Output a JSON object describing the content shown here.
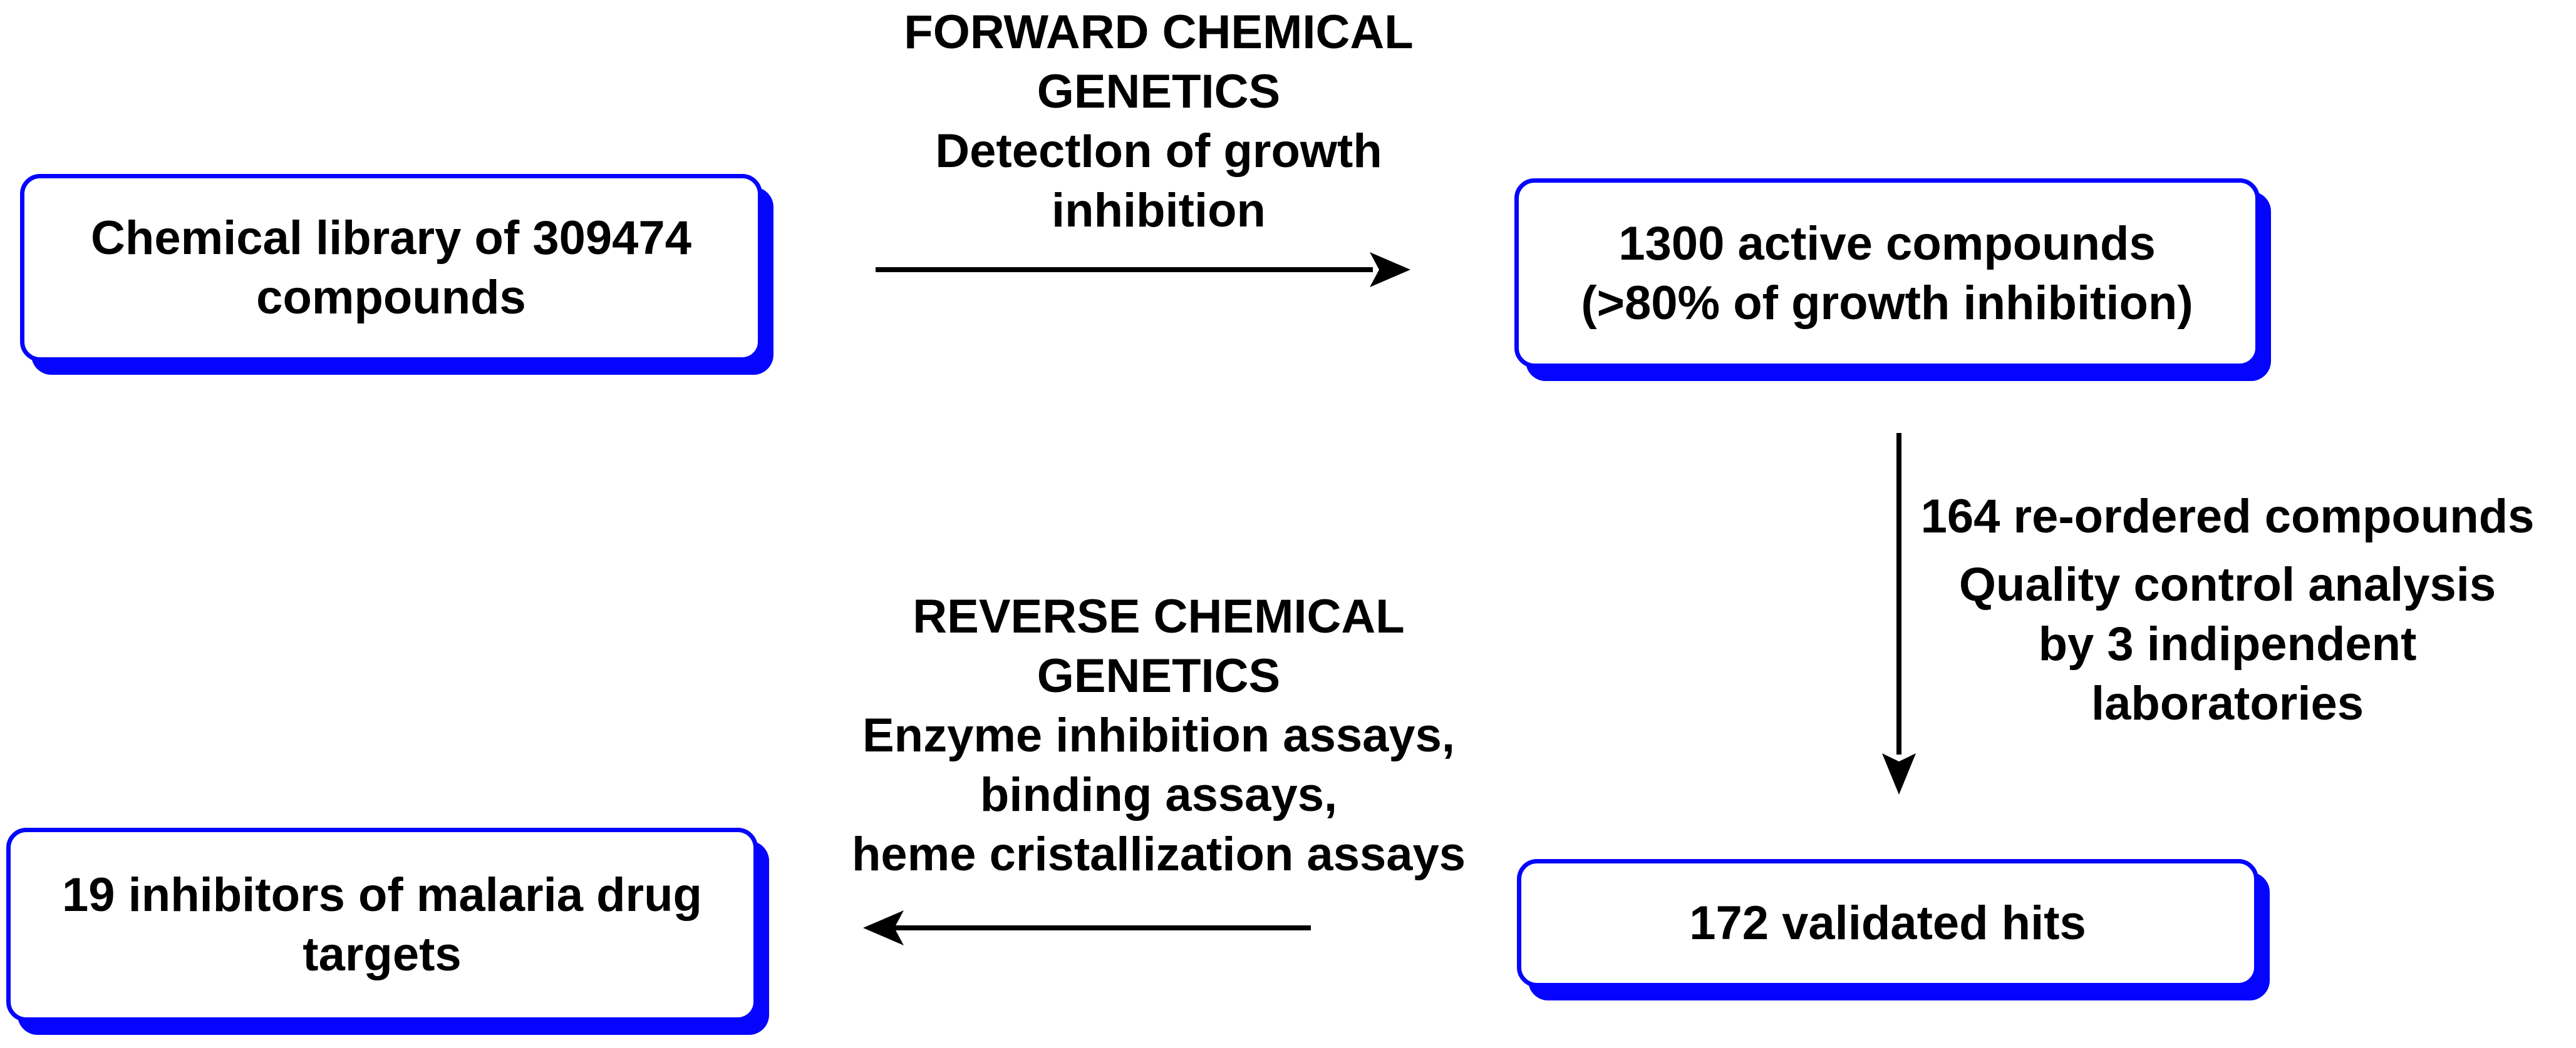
{
  "palette": {
    "accent_blue": "#0404FF",
    "text_black": "#000000",
    "background": "#FFFFFF"
  },
  "boxes": {
    "chemical_library": {
      "lines": [
        "Chemical library of 309474",
        "compounds"
      ]
    },
    "active_compounds": {
      "lines": [
        "1300 active compounds",
        "(>80% of growth inhibition)"
      ]
    },
    "validated_hits": {
      "lines": [
        "172 validated hits"
      ]
    },
    "malaria_inhibitors": {
      "lines": [
        "19 inhibitors of malaria drug",
        "targets"
      ]
    }
  },
  "annotations": {
    "forward": {
      "lines": [
        "FORWARD CHEMICAL",
        "GENETICS",
        "DetectIon of growth",
        "inhibition"
      ]
    },
    "quality_control": {
      "headline": "164 re-ordered compounds",
      "lines": [
        "Quality control analysis",
        "by 3 indipendent",
        "laboratories"
      ]
    },
    "reverse": {
      "lines": [
        "REVERSE CHEMICAL",
        "GENETICS",
        "Enzyme inhibition assays,",
        "binding assays,",
        "heme cristallization assays"
      ]
    }
  },
  "arrows": {
    "forward_arrow": "right",
    "quality_control_arrow": "down",
    "reverse_arrow": "left"
  }
}
